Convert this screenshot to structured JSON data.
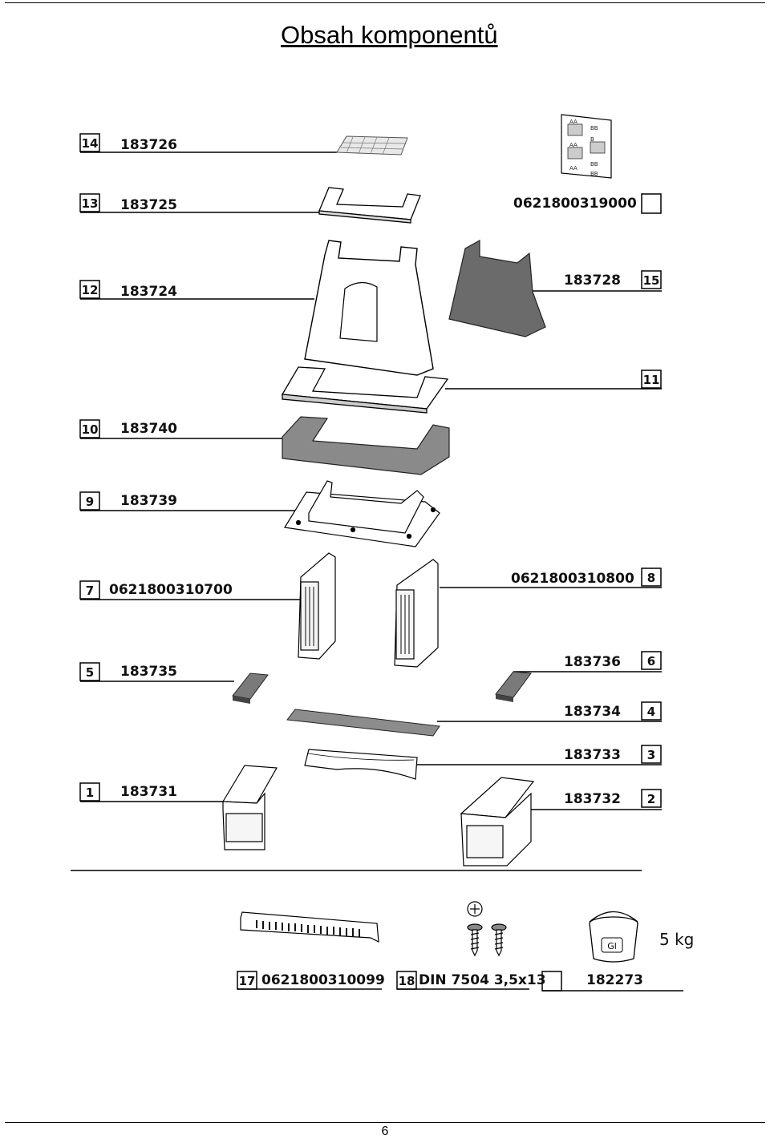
{
  "page": {
    "title": "Obsah komponentů",
    "page_number": "6"
  },
  "parts": [
    {
      "num": "14",
      "code": "183726"
    },
    {
      "num": "13",
      "code": "183725"
    },
    {
      "num": "12",
      "code": "183724"
    },
    {
      "num": "15",
      "code": "183728"
    },
    {
      "num": "11",
      "code": ""
    },
    {
      "num": "10",
      "code": "183740"
    },
    {
      "num": "9",
      "code": "183739"
    },
    {
      "num": "7",
      "code": "0621800310700"
    },
    {
      "num": "8",
      "code": "0621800310800"
    },
    {
      "num": "5",
      "code": "183735"
    },
    {
      "num": "6",
      "code": "183736"
    },
    {
      "num": "4",
      "code": "183734"
    },
    {
      "num": "3",
      "code": "183733"
    },
    {
      "num": "1",
      "code": "183731"
    },
    {
      "num": "2",
      "code": "183732"
    }
  ],
  "manual": {
    "code": "0621800319000"
  },
  "accessories": {
    "grille": {
      "num": "17",
      "code": "0621800310099"
    },
    "screws": {
      "num": "18",
      "code": "DIN 7504 3,5x13"
    },
    "glue": {
      "code": "182273",
      "bucket_label": "Gl",
      "weight": "5 kg"
    }
  },
  "sticker_labels": [
    "AA",
    "BB",
    "AA",
    "B",
    "AA",
    "BB",
    "BB"
  ]
}
